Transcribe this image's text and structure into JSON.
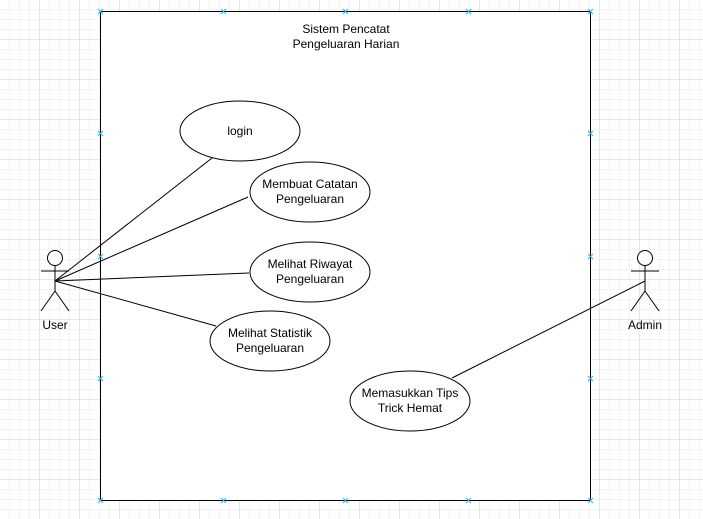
{
  "system": {
    "title_line1": "Sistem Pencatat",
    "title_line2": "Pengeluaran Harian"
  },
  "actors": {
    "user": {
      "label": "User"
    },
    "admin": {
      "label": "Admin"
    }
  },
  "use_cases": {
    "login": {
      "line1": "login"
    },
    "membuat_catatan": {
      "line1": "Membuat Catatan",
      "line2": "Pengeluaran"
    },
    "melihat_riwayat": {
      "line1": "Melihat Riwayat",
      "line2": "Pengeluaran"
    },
    "melihat_statistik": {
      "line1": "Melihat Statistik",
      "line2": "Pengeluaran"
    },
    "memasukkan_tips": {
      "line1": "Memasukkan Tips",
      "line2": "Trick Hemat"
    }
  },
  "colors": {
    "stroke": "#000000",
    "selection_handle": "#29b6f2"
  }
}
